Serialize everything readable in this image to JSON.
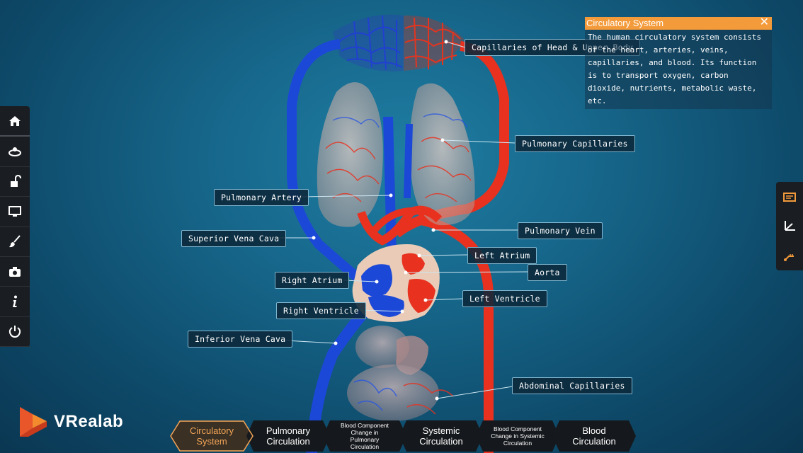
{
  "labels": {
    "capillaries_head": "Capillaries of Head & Upper Body",
    "pulmonary_capillaries": "Pulmonary Capillaries",
    "pulmonary_artery": "Pulmonary Artery",
    "superior_vena_cava": "Superior Vena Cava",
    "pulmonary_vein": "Pulmonary Vein",
    "left_atrium": "Left Atrium",
    "aorta": "Aorta",
    "right_atrium": "Right Atrium",
    "left_ventricle": "Left Ventricle",
    "right_ventricle": "Right Ventricle",
    "inferior_vena_cava": "Inferior Vena Cava",
    "abdominal_capillaries": "Abdominal Capillaries"
  },
  "info": {
    "title": "Circulatory System",
    "close": "✕",
    "body": "The human circulatory system consists of the heart, arteries, veins, capillaries, and blood. Its function is to transport oxygen, carbon dioxide, nutrients, metabolic waste, etc."
  },
  "logo": {
    "text": "VRealab"
  },
  "tabs": [
    {
      "line1": "Circulatory",
      "line2": "System",
      "active": true
    },
    {
      "line1": "Pulmonary",
      "line2": "Circulation"
    },
    {
      "line1": "Blood Component",
      "line2": "Change in",
      "line3": "Pulmonary",
      "line4": "Circulation"
    },
    {
      "line1": "Systemic",
      "line2": "Circulation"
    },
    {
      "line1": "Blood Component",
      "line2": "Change in Systemic",
      "line3": "Circulation"
    },
    {
      "line1": "Blood",
      "line2": "Circulation"
    }
  ],
  "left_toolbar": [
    "home-icon",
    "view-icon",
    "unlock-icon",
    "screen-icon",
    "brush-icon",
    "camera-icon",
    "info-icon",
    "power-icon"
  ],
  "right_toolbar": [
    "panel-icon",
    "axis-icon",
    "measure-icon"
  ],
  "colors": {
    "artery": "#e8321f",
    "vein": "#1c48d8",
    "accent": "#f39a3a"
  }
}
